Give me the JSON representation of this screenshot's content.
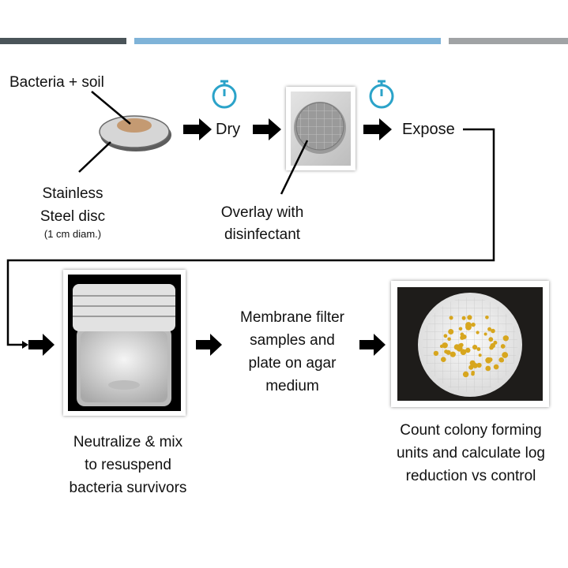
{
  "colors": {
    "bar_dark": "#4a5459",
    "bar_blue": "#7fb3d8",
    "bar_gray": "#a0a3a5",
    "timer": "#2ba3c9",
    "arrow": "#000000"
  },
  "icons": [
    "stopwatch-icon",
    "arrow-right-icon",
    "steel-disc-icon"
  ],
  "labels": {
    "bacteria_soil": "Bacteria + soil",
    "disc_line1": "Stainless",
    "disc_line2": "Steel disc",
    "disc_size": "(1 cm diam.)",
    "dry": "Dry",
    "expose": "Expose",
    "overlay_line1": "Overlay with",
    "overlay_line2": "disinfectant",
    "neutralize_line1": "Neutralize & mix",
    "neutralize_line2": "to resuspend",
    "neutralize_line3": "bacteria survivors",
    "filter_line1": "Membrane filter",
    "filter_line2": "samples and",
    "filter_line3": "plate on agar",
    "filter_line4": "medium",
    "count_line1": "Count colony forming",
    "count_line2": "units and calculate log",
    "count_line3": "reduction vs control"
  }
}
